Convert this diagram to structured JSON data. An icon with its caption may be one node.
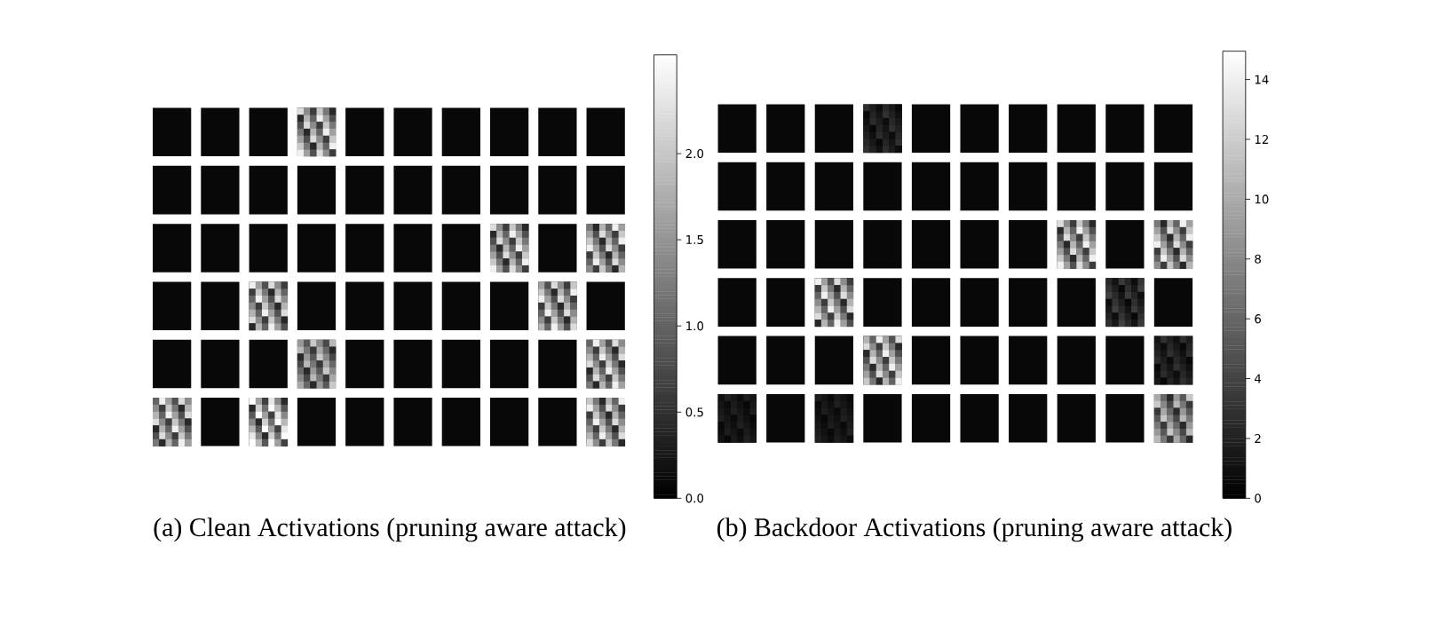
{
  "diagram": {
    "labels": [
      "2.0",
      "1.5",
      "1.0",
      "0.5",
      "0.0",
      "14",
      "12",
      "10",
      "8",
      "6",
      "4",
      "2",
      "0",
      "(a) Clean Activations (pruning aware attack)",
      "(b) Backdoor Activations (pruning aware attack)"
    ]
  }
}
